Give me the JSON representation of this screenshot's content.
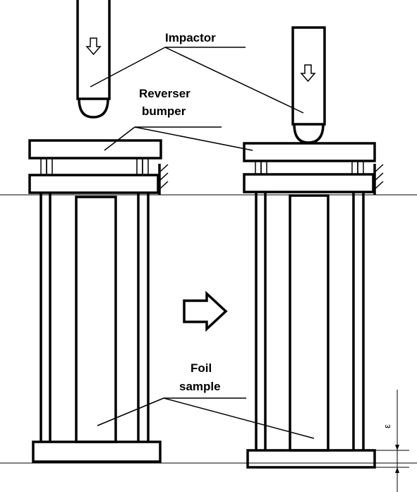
{
  "labels": {
    "impactor": "Impactor",
    "reverser_line1": "Reverser",
    "reverser_line2": "bumper",
    "foil_line1": "Foil",
    "foil_line2": "sample",
    "dimension": "ε"
  },
  "icons": {
    "down_arrow": "down-arrow-icon",
    "transition_arrow": "right-arrow-icon"
  },
  "colors": {
    "line": "#000000",
    "background": "#ffffff"
  }
}
